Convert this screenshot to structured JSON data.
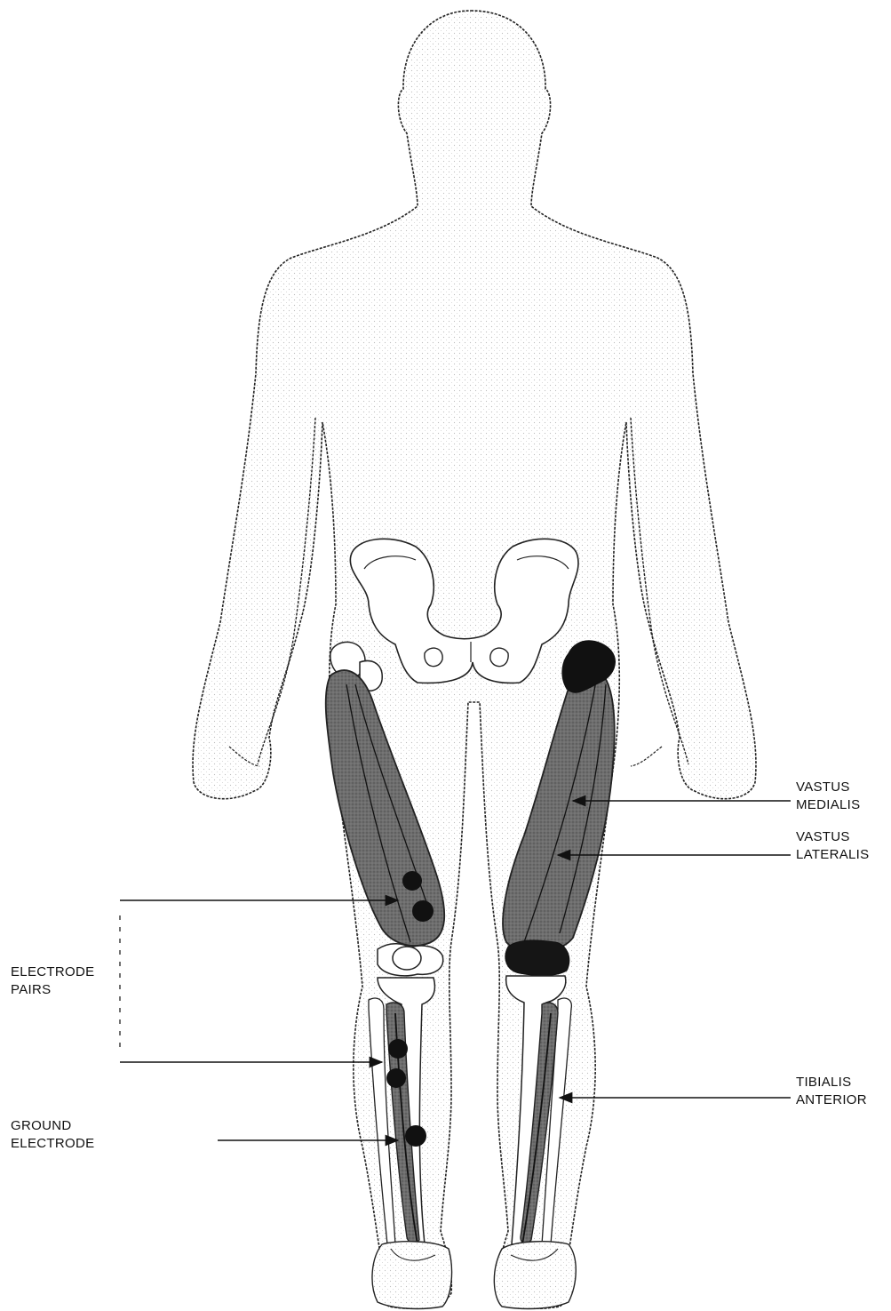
{
  "figure": {
    "labels": {
      "vastus_medialis": {
        "line1": "VASTUS",
        "line2": "MEDIALIS"
      },
      "vastus_lateralis": {
        "line1": "VASTUS",
        "line2": "LATERALIS"
      },
      "tibialis_anterior": {
        "line1": "TIBIALIS",
        "line2": "ANTERIOR"
      },
      "electrode_pairs": {
        "line1": "ELECTRODE",
        "line2": "PAIRS"
      },
      "ground_electrode": {
        "line1": "GROUND",
        "line2": "ELECTRODE"
      }
    },
    "colors": {
      "outline": "#222222",
      "muscle": "#6e6e6e",
      "muscle_dark": "#3a3a3a",
      "electrode": "#111111",
      "bone": "#ffffff",
      "skin_stipple": "#cfcfcf"
    }
  }
}
